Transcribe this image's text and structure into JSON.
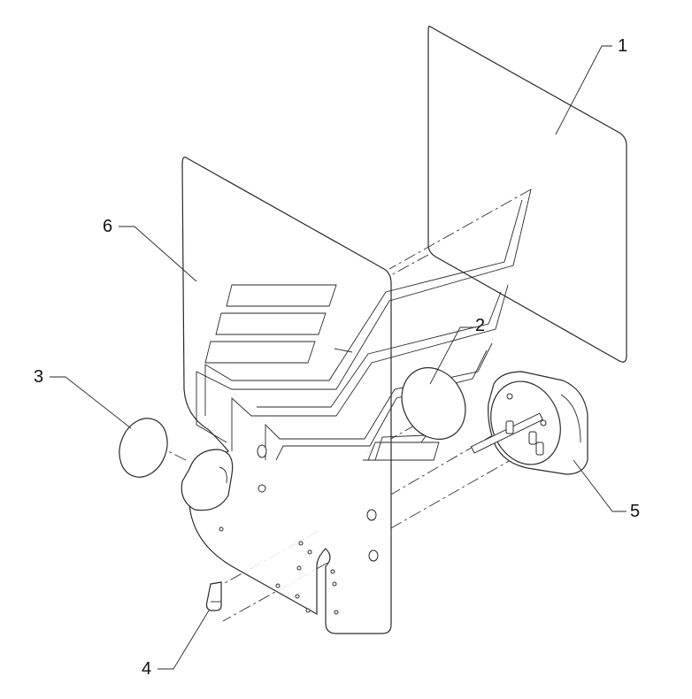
{
  "callouts": [
    {
      "id": "1",
      "label": "1"
    },
    {
      "id": "2",
      "label": "2"
    },
    {
      "id": "3",
      "label": "3"
    },
    {
      "id": "4",
      "label": "4"
    },
    {
      "id": "5",
      "label": "5"
    },
    {
      "id": "6",
      "label": "6"
    }
  ],
  "colors": {
    "line": "#2a2a2a",
    "background": "#ffffff"
  }
}
